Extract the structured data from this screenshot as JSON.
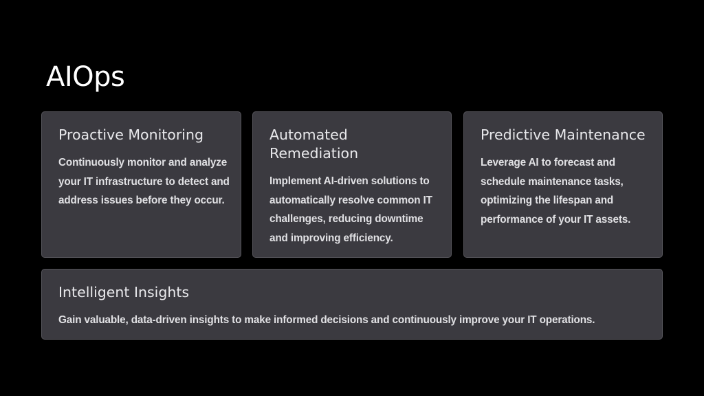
{
  "slide": {
    "title": "AIOps",
    "background_color": "#000000",
    "card_color": "#3b3a40",
    "cards": [
      {
        "heading": "Proactive Monitoring",
        "body": "Continuously monitor and analyze your IT infrastructure to detect and address issues before they occur."
      },
      {
        "heading": "Automated Remediation",
        "body": "Implement AI-driven solutions to automatically resolve common IT challenges, reducing downtime and improving efficiency."
      },
      {
        "heading": "Predictive Maintenance",
        "body": "Leverage AI to forecast and schedule maintenance tasks, optimizing the lifespan and performance of your IT assets."
      },
      {
        "heading": "Intelligent Insights",
        "body": "Gain valuable, data-driven insights to make informed decisions and continuously improve your IT operations."
      }
    ]
  }
}
